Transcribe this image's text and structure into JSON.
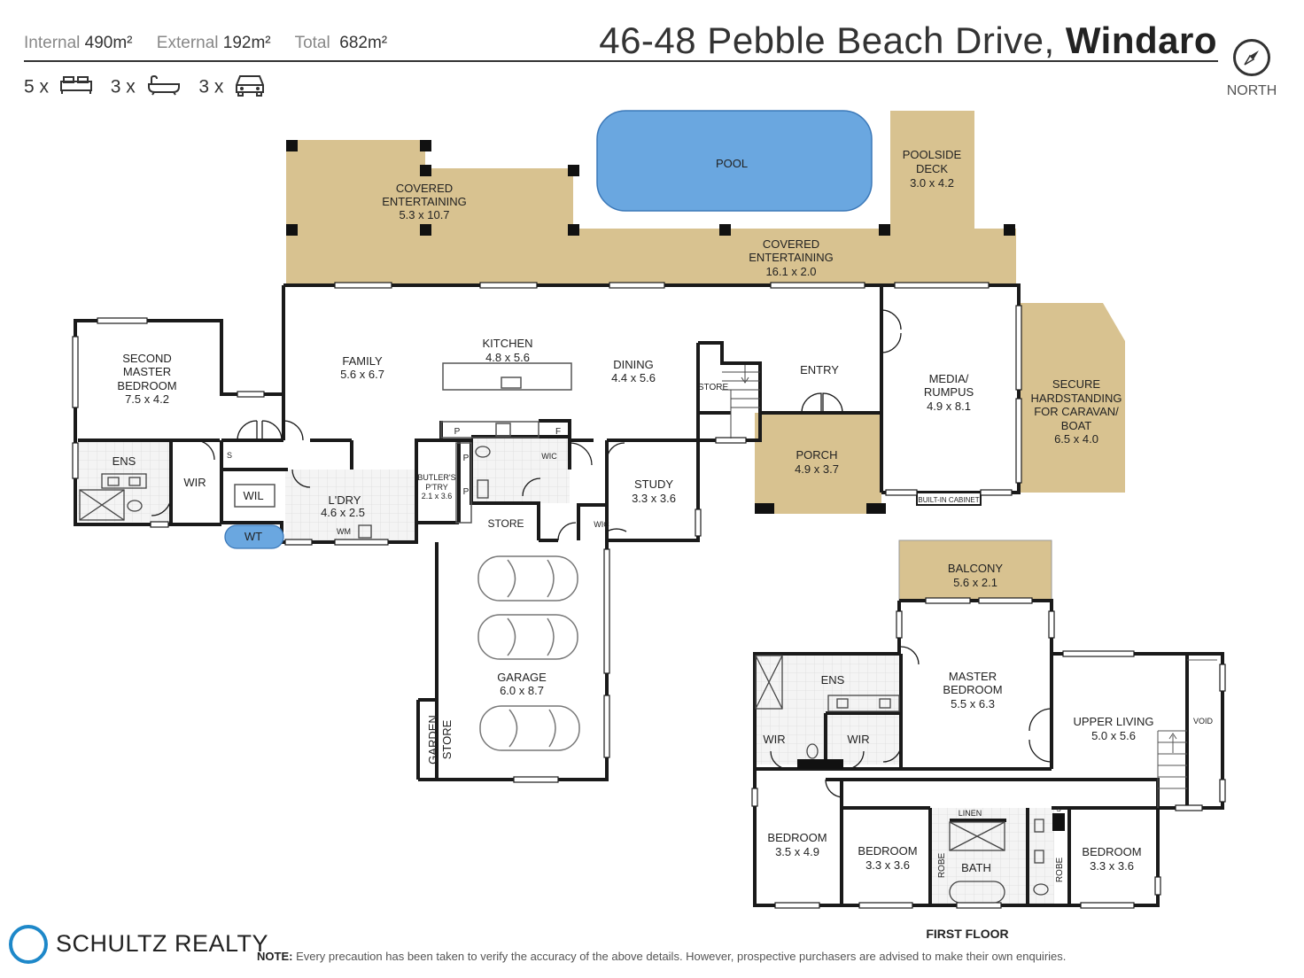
{
  "header": {
    "internal_label": "Internal",
    "internal_value": "490m²",
    "external_label": "External",
    "external_value": "192m²",
    "total_label": "Total",
    "total_value": "682m²",
    "address_street": "46-48 Pebble Beach Drive,",
    "address_suburb": "Windaro",
    "north_label": "NORTH"
  },
  "counts": {
    "bedrooms": "5 x",
    "bathrooms": "3 x",
    "cars": "3 x"
  },
  "colors": {
    "outdoor_fill": "#d8c290",
    "pool_fill": "#6aa7e0",
    "wall": "#1a1a1a",
    "tile": "#ececec",
    "logo_blue": "#1e88c9"
  },
  "ground_floor": {
    "rooms": [
      {
        "name": "COVERED",
        "name2": "ENTERTAINING",
        "size": "5.3 x 10.7"
      },
      {
        "name": "POOL"
      },
      {
        "name": "POOLSIDE",
        "name2": "DECK",
        "size": "3.0 x 4.2"
      },
      {
        "name": "COVERED",
        "name2": "ENTERTAINING",
        "size": "16.1 x 2.0"
      },
      {
        "name": "SECOND",
        "name2": "MASTER",
        "name3": "BEDROOM",
        "size": "7.5 x 4.2"
      },
      {
        "name": "FAMILY",
        "size": "5.6 x 6.7"
      },
      {
        "name": "KITCHEN",
        "size": "4.8 x 5.6"
      },
      {
        "name": "DINING",
        "size": "4.4 x 5.6"
      },
      {
        "name": "STORE"
      },
      {
        "name": "ENTRY"
      },
      {
        "name": "MEDIA/",
        "name2": "RUMPUS",
        "size": "4.9 x 8.1"
      },
      {
        "name": "SECURE",
        "name2": "HARDSTANDING",
        "name3": "FOR CARAVAN/",
        "name4": "BOAT",
        "size": "6.5 x 4.0"
      },
      {
        "name": "ENS"
      },
      {
        "name": "WIR"
      },
      {
        "name": "WIL"
      },
      {
        "name": "L'DRY",
        "size": "4.6 x 2.5"
      },
      {
        "name": "WT"
      },
      {
        "name": "BUTLER'S",
        "name2": "P'TRY",
        "size": "2.1 x 3.6"
      },
      {
        "name": "STORE"
      },
      {
        "name": "STUDY",
        "size": "3.3 x 3.6"
      },
      {
        "name": "PORCH",
        "size": "4.9 x 3.7"
      },
      {
        "name": "GARAGE",
        "size": "6.0 x 8.7"
      },
      {
        "name": "GARDEN",
        "name2": "STORE"
      }
    ],
    "small_labels": {
      "p1": "P",
      "p2": "P",
      "p3": "P",
      "f": "F",
      "s": "S",
      "wic1": "WIC",
      "wic2": "WIC",
      "wm": "WM",
      "built_in": "BUILT-IN CABINET"
    }
  },
  "first_floor": {
    "title": "FIRST FLOOR",
    "rooms": [
      {
        "name": "BALCONY",
        "size": "5.6 x 2.1"
      },
      {
        "name": "ENS"
      },
      {
        "name": "MASTER",
        "name2": "BEDROOM",
        "size": "5.5 x 6.3"
      },
      {
        "name": "UPPER LIVING",
        "size": "5.0 x 5.6"
      },
      {
        "name": "VOID"
      },
      {
        "name": "WIR"
      },
      {
        "name": "WIR"
      },
      {
        "name": "BEDROOM",
        "size": "3.5 x 4.9"
      },
      {
        "name": "BEDROOM",
        "size": "3.3 x 3.6"
      },
      {
        "name": "LINEN"
      },
      {
        "name": "BATH"
      },
      {
        "name": "ROBE"
      },
      {
        "name": "ROBE"
      },
      {
        "name": "S"
      },
      {
        "name": "BEDROOM",
        "size": "3.3 x 3.6"
      }
    ]
  },
  "footer": {
    "brand": "SCHULTZ REALTY",
    "note_label": "NOTE:",
    "note_text": "Every precaution has been taken to verify the accuracy of the above details. However, prospective purchasers are advised to make their own enquiries."
  }
}
